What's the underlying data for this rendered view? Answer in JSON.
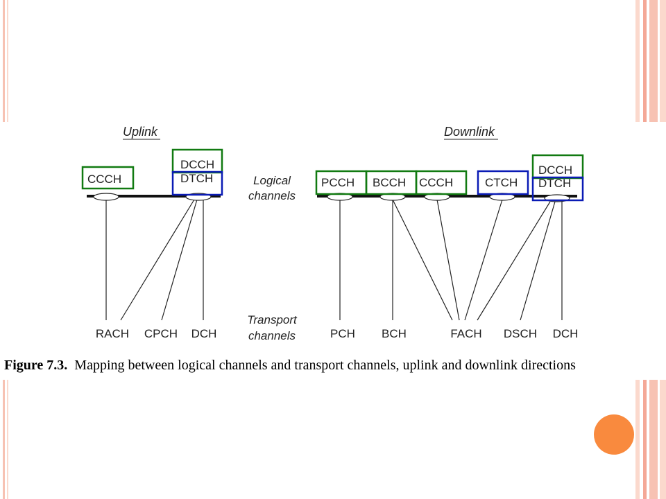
{
  "theme": {
    "stripe_colors": [
      "#f7c2b3",
      "#fbd9cd",
      "#f4a897"
    ],
    "accent_color": "#f98a3e",
    "logical_box_color": "#117a11",
    "dedicated_box_color": "#0a1bb5",
    "line_color": "#222222"
  },
  "diagram": {
    "uplink": {
      "title": "Uplink",
      "logical_channels": [
        "CCCH",
        "DCCH",
        "DTCH"
      ],
      "transport_channels": [
        "RACH",
        "CPCH",
        "DCH"
      ]
    },
    "downlink": {
      "title": "Downlink",
      "logical_channels": [
        "PCCH",
        "BCCH",
        "CCCH",
        "CTCH",
        "DCCH",
        "DTCH"
      ],
      "transport_channels": [
        "PCH",
        "BCH",
        "FACH",
        "DSCH",
        "DCH"
      ]
    },
    "logical_label_line1": "Logical",
    "logical_label_line2": "channels",
    "transport_label_line1": "Transport",
    "transport_label_line2": "channels",
    "mappings": [
      {
        "from": "uplink.CCCH",
        "to": "uplink.RACH"
      },
      {
        "from": "uplink.DCCH/DTCH",
        "to": "uplink.RACH"
      },
      {
        "from": "uplink.DCCH/DTCH",
        "to": "uplink.CPCH"
      },
      {
        "from": "uplink.DCCH/DTCH",
        "to": "uplink.DCH"
      },
      {
        "from": "downlink.PCCH",
        "to": "downlink.PCH"
      },
      {
        "from": "downlink.BCCH",
        "to": "downlink.BCH"
      },
      {
        "from": "downlink.BCCH",
        "to": "downlink.FACH"
      },
      {
        "from": "downlink.CCCH",
        "to": "downlink.FACH"
      },
      {
        "from": "downlink.CTCH",
        "to": "downlink.FACH"
      },
      {
        "from": "downlink.DCCH/DTCH",
        "to": "downlink.FACH"
      },
      {
        "from": "downlink.DCCH/DTCH",
        "to": "downlink.DSCH"
      },
      {
        "from": "downlink.DCCH/DTCH",
        "to": "downlink.DCH"
      }
    ]
  },
  "caption": {
    "label": "Figure 7.3.",
    "text": "Mapping between logical channels and transport channels, uplink and downlink directions"
  }
}
